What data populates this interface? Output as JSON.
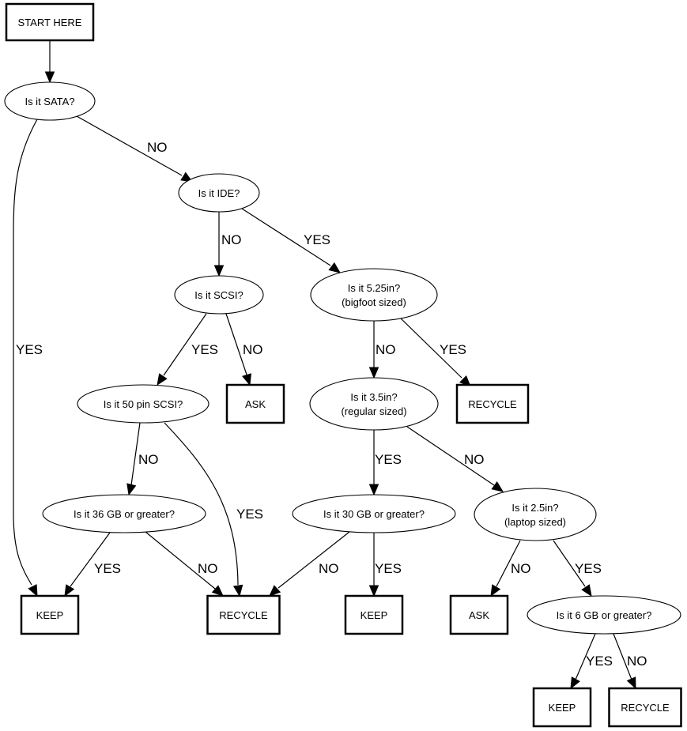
{
  "title": "Hard drive sorting flowchart",
  "colors": {
    "stroke": "#000000",
    "background": "#ffffff"
  },
  "nodes": [
    {
      "id": "start",
      "shape": "box",
      "lines": [
        "START HERE"
      ]
    },
    {
      "id": "sata",
      "shape": "ellipse",
      "lines": [
        "Is it SATA?"
      ]
    },
    {
      "id": "ide",
      "shape": "ellipse",
      "lines": [
        "Is it IDE?"
      ]
    },
    {
      "id": "scsi",
      "shape": "ellipse",
      "lines": [
        "Is it SCSI?"
      ]
    },
    {
      "id": "in525",
      "shape": "ellipse",
      "lines": [
        "Is it 5.25in?",
        "(bigfoot sized)"
      ]
    },
    {
      "id": "scsi50",
      "shape": "ellipse",
      "lines": [
        "Is it 50 pin SCSI?"
      ]
    },
    {
      "id": "ask1",
      "shape": "box",
      "lines": [
        "ASK"
      ]
    },
    {
      "id": "in35",
      "shape": "ellipse",
      "lines": [
        "Is it 3.5in?",
        "(regular sized)"
      ]
    },
    {
      "id": "recycle1",
      "shape": "box",
      "lines": [
        "RECYCLE"
      ]
    },
    {
      "id": "gb36",
      "shape": "ellipse",
      "lines": [
        "Is it 36 GB or greater?"
      ]
    },
    {
      "id": "gb30",
      "shape": "ellipse",
      "lines": [
        "Is it 30 GB or greater?"
      ]
    },
    {
      "id": "in25",
      "shape": "ellipse",
      "lines": [
        "Is it 2.5in?",
        "(laptop sized)"
      ]
    },
    {
      "id": "keep1",
      "shape": "box",
      "lines": [
        "KEEP"
      ]
    },
    {
      "id": "recycle2",
      "shape": "box",
      "lines": [
        "RECYCLE"
      ]
    },
    {
      "id": "keep2",
      "shape": "box",
      "lines": [
        "KEEP"
      ]
    },
    {
      "id": "ask2",
      "shape": "box",
      "lines": [
        "ASK"
      ]
    },
    {
      "id": "gb6",
      "shape": "ellipse",
      "lines": [
        "Is it 6 GB or greater?"
      ]
    },
    {
      "id": "keep3",
      "shape": "box",
      "lines": [
        "KEEP"
      ]
    },
    {
      "id": "recycle3",
      "shape": "box",
      "lines": [
        "RECYCLE"
      ]
    }
  ],
  "edges": [
    {
      "from": "start",
      "to": "sata",
      "label": ""
    },
    {
      "from": "sata",
      "to": "keep1",
      "label": "YES"
    },
    {
      "from": "sata",
      "to": "ide",
      "label": "NO"
    },
    {
      "from": "ide",
      "to": "scsi",
      "label": "NO"
    },
    {
      "from": "ide",
      "to": "in525",
      "label": "YES"
    },
    {
      "from": "scsi",
      "to": "scsi50",
      "label": "YES"
    },
    {
      "from": "scsi",
      "to": "ask1",
      "label": "NO"
    },
    {
      "from": "in525",
      "to": "in35",
      "label": "NO"
    },
    {
      "from": "in525",
      "to": "recycle1",
      "label": "YES"
    },
    {
      "from": "scsi50",
      "to": "gb36",
      "label": "NO"
    },
    {
      "from": "scsi50",
      "to": "recycle2",
      "label": "YES"
    },
    {
      "from": "in35",
      "to": "gb30",
      "label": "YES"
    },
    {
      "from": "in35",
      "to": "in25",
      "label": "NO"
    },
    {
      "from": "gb36",
      "to": "keep1",
      "label": "YES"
    },
    {
      "from": "gb36",
      "to": "recycle2",
      "label": "NO"
    },
    {
      "from": "gb30",
      "to": "recycle2",
      "label": "NO"
    },
    {
      "from": "gb30",
      "to": "keep2",
      "label": "YES"
    },
    {
      "from": "in25",
      "to": "ask2",
      "label": "NO"
    },
    {
      "from": "in25",
      "to": "gb6",
      "label": "YES"
    },
    {
      "from": "gb6",
      "to": "keep3",
      "label": "YES"
    },
    {
      "from": "gb6",
      "to": "recycle3",
      "label": "NO"
    }
  ]
}
